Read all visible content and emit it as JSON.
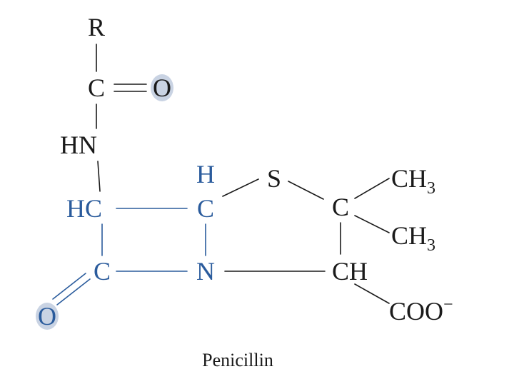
{
  "colors": {
    "black": "#1a1a1a",
    "blue": "#2a5b9c",
    "o_shadow": "#c9d3e3"
  },
  "atoms": {
    "r": "R",
    "c_carbonyl": "C",
    "o_carbonyl": "O",
    "hn": "HN",
    "hc": "HC",
    "h": "H",
    "c_ring": "C",
    "s": "S",
    "c_gem": "C",
    "ch3_top": "CH",
    "ch3_top_sub": "3",
    "ch3_bottom": "CH",
    "ch3_bottom_sub": "3",
    "c_lactam": "C",
    "n": "N",
    "ch": "CH",
    "o_lactam": "O",
    "coo": "COO",
    "coo_charge": "−"
  },
  "caption": "Penicillin"
}
